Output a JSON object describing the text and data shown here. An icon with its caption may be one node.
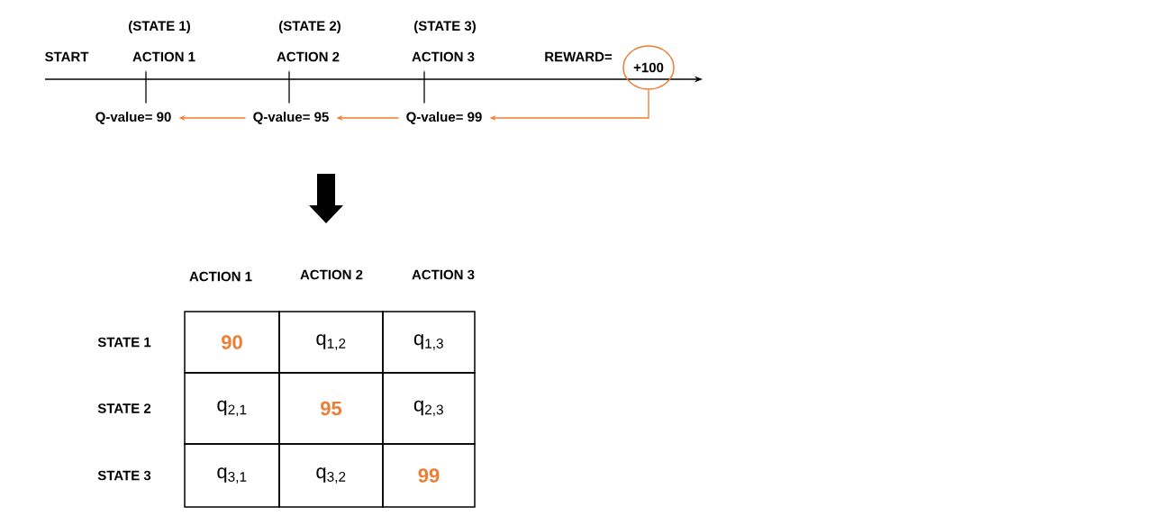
{
  "diagram": {
    "nodes": [
      {
        "text": [
          "+100"
        ],
        "beside": [
          "REWARD="
        ]
      },
      {
        "text": [
          "Q-value= 90"
        ]
      },
      {
        "text": [
          "Q-value= 95"
        ]
      },
      {
        "text": [
          "Q-value= 99"
        ]
      },
      {
        "text": [
          "ACTION 1"
        ],
        "beside": [
          "(STATE 1)"
        ]
      },
      {
        "text": [
          "ACTION 2"
        ],
        "beside": [
          "(STATE 2)"
        ]
      },
      {
        "text": [
          "ACTION 3"
        ],
        "beside": [
          "(STATE 3)"
        ]
      }
    ],
    "edges": [
      {
        "from": 0,
        "to": 3,
        "arrow": "to"
      },
      {
        "from": 3,
        "to": 2,
        "arrow": "to"
      },
      {
        "from": 2,
        "to": 1,
        "arrow": "to"
      },
      {
        "from": 4,
        "to": 1,
        "arrow": "none",
        "color": "#000000"
      },
      {
        "from": 5,
        "to": 2,
        "arrow": "none",
        "color": "#000000"
      },
      {
        "from": 6,
        "to": 3,
        "arrow": "none",
        "color": "#000000"
      }
    ],
    "labels": [
      "START",
      "ACTION 1",
      "ACTION 2",
      "ACTION 3",
      "STATE 1",
      "90",
      "q$_{1,2}$",
      "q$_{1,3}$",
      "STATE 2",
      "q$_{2,1}$",
      "95",
      "q$_{2,3}$",
      "STATE 3",
      "q$_{3,1}$",
      "q$_{3,2}$",
      "99"
    ]
  }
}
